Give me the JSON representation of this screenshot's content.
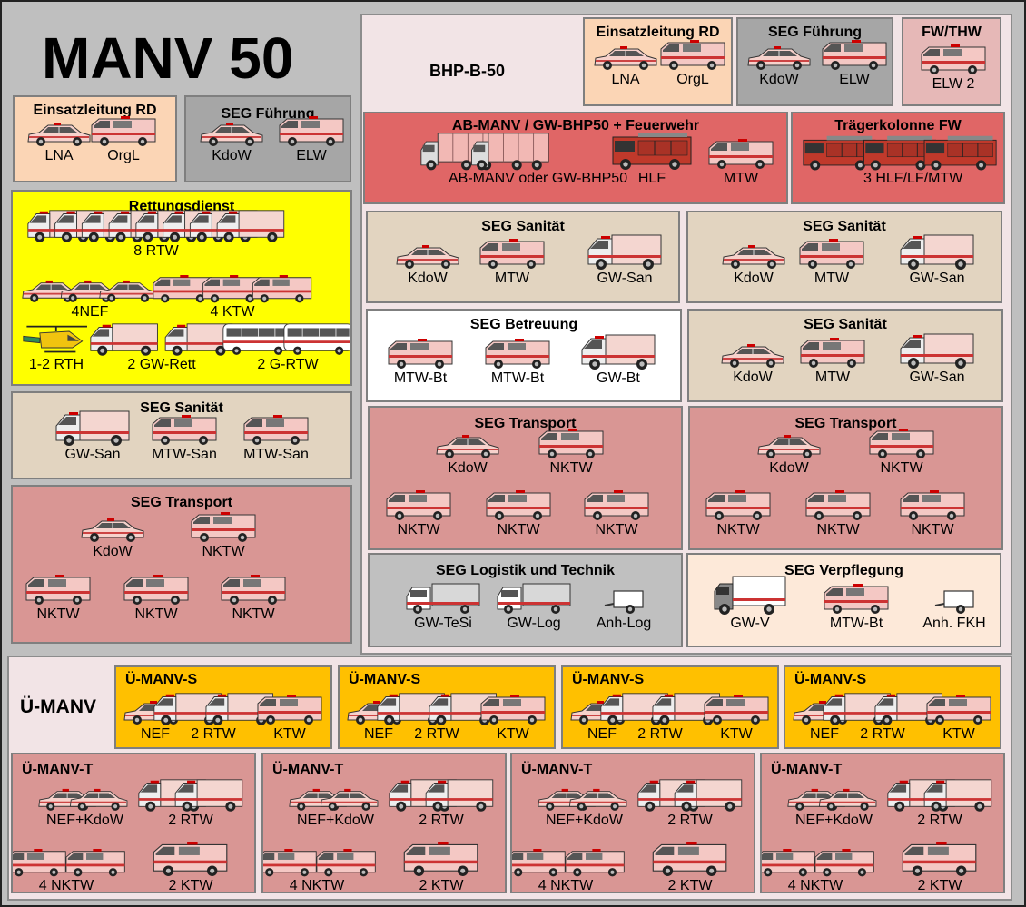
{
  "colors": {
    "background": "#bfbfbf",
    "bhp_background": "#f2e4e6",
    "uemanv_background": "#f2e4e6",
    "leitung": "#fbd5b5",
    "fuehrung": "#a6a6a6",
    "fw_thw": "#e6b8b7",
    "feuerwehr": "#e06666",
    "rettungsdienst": "#ffff00",
    "sanitaet": "#e2d4c0",
    "betreuung": "#ffffff",
    "transport": "#d99694",
    "logistik": "#c0c0c0",
    "verpflegung": "#fde9d9",
    "uemanv_s": "#ffc000",
    "uemanv_t": "#d99694"
  },
  "main_title": "MANV 50",
  "bhp_title": "BHP-B-50",
  "uemanv_title": "Ü-MANV",
  "groups": [
    {
      "title": "Einsatzleitung RD",
      "vehicles": [
        {
          "label": "LNA",
          "icon": "car-icon"
        },
        {
          "label": "OrgL",
          "icon": "van-icon"
        }
      ]
    },
    {
      "title": "SEG Führung",
      "vehicles": [
        {
          "label": "KdoW",
          "icon": "car-icon"
        },
        {
          "label": "ELW",
          "icon": "van-icon"
        }
      ]
    },
    {
      "title": "Rettungsdienst",
      "vehicles": [
        {
          "label": "8 RTW",
          "icon": "rtw-icon"
        },
        {
          "label": "4NEF",
          "icon": "car-icon"
        },
        {
          "label": "4 KTW",
          "icon": "van-icon"
        },
        {
          "label": "1-2 RTH",
          "icon": "helicopter-icon"
        },
        {
          "label": "2 GW-Rett",
          "icon": "rtw-icon"
        },
        {
          "label": "2 G-RTW",
          "icon": "bus-icon"
        }
      ]
    },
    {
      "title": "SEG Sanität",
      "vehicles": [
        {
          "label": "GW-San",
          "icon": "rtw-icon"
        },
        {
          "label": "MTW-San",
          "icon": "van-icon"
        },
        {
          "label": "MTW-San",
          "icon": "van-icon"
        }
      ]
    },
    {
      "title": "SEG Transport",
      "vehicles": [
        {
          "label": "KdoW",
          "icon": "car-icon"
        },
        {
          "label": "NKTW",
          "icon": "van-icon"
        },
        {
          "label": "NKTW",
          "icon": "van-icon"
        },
        {
          "label": "NKTW",
          "icon": "van-icon"
        },
        {
          "label": "NKTW",
          "icon": "van-icon"
        }
      ]
    },
    {
      "title": "Einsatzleitung RD",
      "vehicles": [
        {
          "label": "LNA",
          "icon": "car-icon"
        },
        {
          "label": "OrgL",
          "icon": "van-icon"
        }
      ]
    },
    {
      "title": "SEG Führung",
      "vehicles": [
        {
          "label": "KdoW",
          "icon": "car-icon"
        },
        {
          "label": "ELW",
          "icon": "van-icon"
        }
      ]
    },
    {
      "title": "FW/THW",
      "vehicles": [
        {
          "label": "ELW 2",
          "icon": "van-icon"
        }
      ]
    },
    {
      "title": "AB-MANV / GW-BHP50 + Feuerwehr",
      "vehicles": [
        {
          "label": "AB-MANV oder GW-BHP50",
          "icon": "container-truck-icon"
        },
        {
          "label": "HLF",
          "icon": "fire-truck-icon"
        },
        {
          "label": "MTW",
          "icon": "van-icon"
        }
      ]
    },
    {
      "title": "Trägerkolonne FW",
      "vehicles": [
        {
          "label": "3 HLF/LF/MTW",
          "icon": "fire-truck-icon"
        }
      ]
    },
    {
      "title": "SEG Sanität",
      "vehicles": [
        {
          "label": "KdoW",
          "icon": "car-icon"
        },
        {
          "label": "MTW",
          "icon": "van-icon"
        },
        {
          "label": "GW-San",
          "icon": "rtw-icon"
        }
      ]
    },
    {
      "title": "SEG Sanität",
      "vehicles": [
        {
          "label": "KdoW",
          "icon": "car-icon"
        },
        {
          "label": "MTW",
          "icon": "van-icon"
        },
        {
          "label": "GW-San",
          "icon": "rtw-icon"
        }
      ]
    },
    {
      "title": "SEG Betreuung",
      "vehicles": [
        {
          "label": "MTW-Bt",
          "icon": "van-icon"
        },
        {
          "label": "MTW-Bt",
          "icon": "van-icon"
        },
        {
          "label": "GW-Bt",
          "icon": "rtw-icon"
        }
      ]
    },
    {
      "title": "SEG Sanität",
      "vehicles": [
        {
          "label": "KdoW",
          "icon": "car-icon"
        },
        {
          "label": "MTW",
          "icon": "van-icon"
        },
        {
          "label": "GW-San",
          "icon": "rtw-icon"
        }
      ]
    },
    {
      "title": "SEG Transport",
      "vehicles": [
        {
          "label": "KdoW",
          "icon": "car-icon"
        },
        {
          "label": "NKTW",
          "icon": "van-icon"
        },
        {
          "label": "NKTW",
          "icon": "van-icon"
        },
        {
          "label": "NKTW",
          "icon": "van-icon"
        },
        {
          "label": "NKTW",
          "icon": "van-icon"
        }
      ]
    },
    {
      "title": "SEG Transport",
      "vehicles": [
        {
          "label": "KdoW",
          "icon": "car-icon"
        },
        {
          "label": "NKTW",
          "icon": "van-icon"
        },
        {
          "label": "NKTW",
          "icon": "van-icon"
        },
        {
          "label": "NKTW",
          "icon": "van-icon"
        },
        {
          "label": "NKTW",
          "icon": "van-icon"
        }
      ]
    },
    {
      "title": "SEG Logistik und Technik",
      "vehicles": [
        {
          "label": "GW-TeSi",
          "icon": "pickup-truck-icon"
        },
        {
          "label": "GW-Log",
          "icon": "pickup-truck-icon"
        },
        {
          "label": "Anh-Log",
          "icon": "trailer-icon"
        }
      ]
    },
    {
      "title": "SEG Verpflegung",
      "vehicles": [
        {
          "label": "GW-V",
          "icon": "box-truck-icon"
        },
        {
          "label": "MTW-Bt",
          "icon": "van-icon"
        },
        {
          "label": "Anh. FKH",
          "icon": "trailer-icon"
        }
      ]
    },
    {
      "title": "Ü-MANV-S",
      "vehicles": [
        {
          "label": "NEF",
          "icon": "car-icon"
        },
        {
          "label": "2 RTW",
          "icon": "rtw-icon"
        },
        {
          "label": "KTW",
          "icon": "van-icon"
        }
      ]
    },
    {
      "title": "Ü-MANV-S",
      "vehicles": [
        {
          "label": "NEF",
          "icon": "car-icon"
        },
        {
          "label": "2 RTW",
          "icon": "rtw-icon"
        },
        {
          "label": "KTW",
          "icon": "van-icon"
        }
      ]
    },
    {
      "title": "Ü-MANV-S",
      "vehicles": [
        {
          "label": "NEF",
          "icon": "car-icon"
        },
        {
          "label": "2 RTW",
          "icon": "rtw-icon"
        },
        {
          "label": "KTW",
          "icon": "van-icon"
        }
      ]
    },
    {
      "title": "Ü-MANV-S",
      "vehicles": [
        {
          "label": "NEF",
          "icon": "car-icon"
        },
        {
          "label": "2 RTW",
          "icon": "rtw-icon"
        },
        {
          "label": "KTW",
          "icon": "van-icon"
        }
      ]
    },
    {
      "title": "Ü-MANV-T",
      "vehicles": [
        {
          "label": "NEF+KdoW",
          "icon": "car-icon"
        },
        {
          "label": "2 RTW",
          "icon": "rtw-icon"
        },
        {
          "label": "4 NKTW",
          "icon": "van-icon"
        },
        {
          "label": "2 KTW",
          "icon": "van-icon"
        }
      ]
    },
    {
      "title": "Ü-MANV-T",
      "vehicles": [
        {
          "label": "NEF+KdoW",
          "icon": "car-icon"
        },
        {
          "label": "2 RTW",
          "icon": "rtw-icon"
        },
        {
          "label": "4 NKTW",
          "icon": "van-icon"
        },
        {
          "label": "2 KTW",
          "icon": "van-icon"
        }
      ]
    },
    {
      "title": "Ü-MANV-T",
      "vehicles": [
        {
          "label": "NEF+KdoW",
          "icon": "car-icon"
        },
        {
          "label": "2 RTW",
          "icon": "rtw-icon"
        },
        {
          "label": "4 NKTW",
          "icon": "van-icon"
        },
        {
          "label": "2 KTW",
          "icon": "van-icon"
        }
      ]
    },
    {
      "title": "Ü-MANV-T",
      "vehicles": [
        {
          "label": "NEF+KdoW",
          "icon": "car-icon"
        },
        {
          "label": "2 RTW",
          "icon": "rtw-icon"
        },
        {
          "label": "4 NKTW",
          "icon": "van-icon"
        },
        {
          "label": "2 KTW",
          "icon": "van-icon"
        }
      ]
    }
  ]
}
